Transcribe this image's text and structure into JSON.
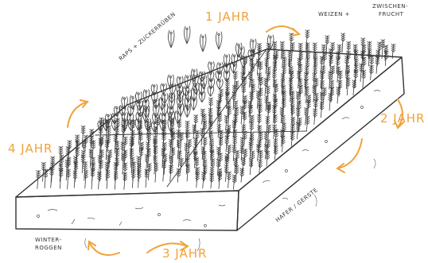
{
  "years": {
    "year1": "1 JAHR",
    "year2": "2 JAHR",
    "year3": "3 JAHR",
    "year4": "4 JAHR"
  },
  "crops": {
    "raps": "RAPS + ZUCKERRÜBEN",
    "weizen": "WEIZEN +",
    "zwischen_line1": "ZWISCHEN-",
    "zwischen_line2": "FRUCHT",
    "hafer": "HAFER / GERSTE",
    "winter_line1": "WINTER-",
    "winter_line2": "ROGGEN"
  },
  "colors": {
    "accent": "#f0a23a",
    "ink": "#333333"
  },
  "icons": [
    "cycle-arrow-icon"
  ]
}
